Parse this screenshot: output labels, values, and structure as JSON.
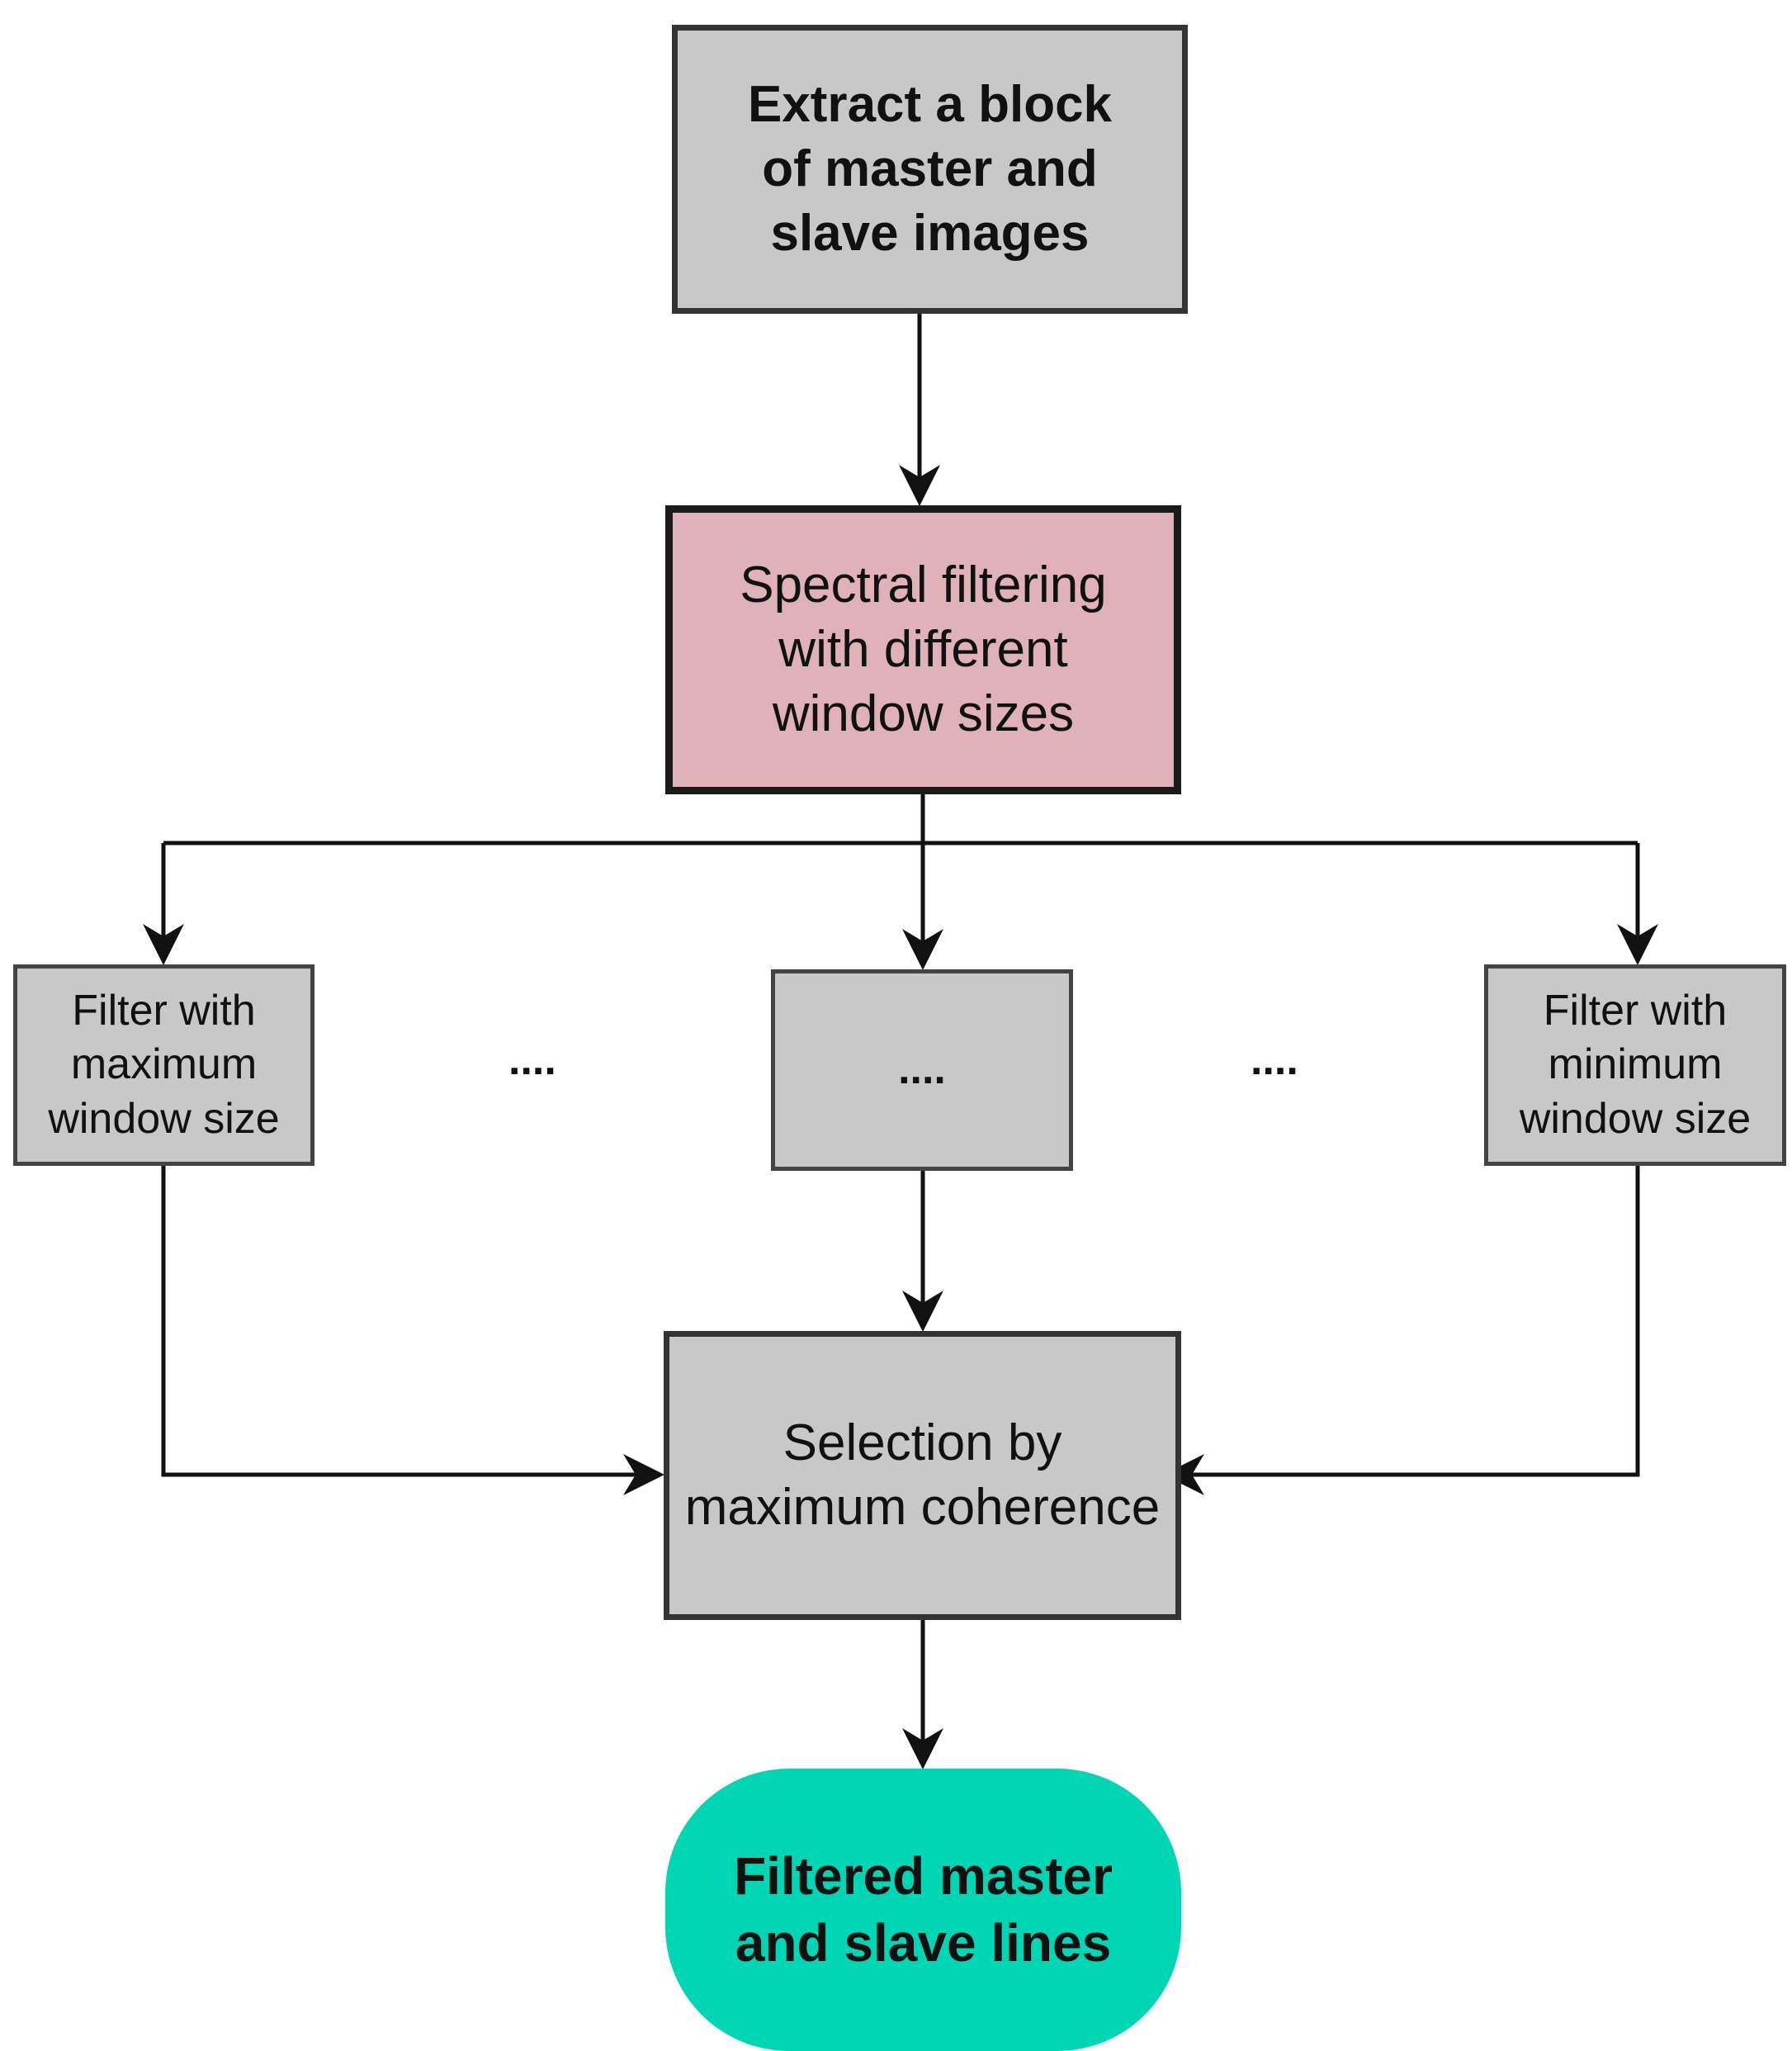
{
  "nodes": {
    "extract": "Extract a block\nof master and\nslave images",
    "spectral": "Spectral filtering\nwith different\nwindow sizes",
    "filter_max": "Filter with\nmaximum\nwindow size",
    "filter_mid": "....",
    "filter_min": "Filter with\nminimum\nwindow size",
    "selection": "Selection by\nmaximum coherence",
    "output": "Filtered master\nand slave lines"
  },
  "ellipses": {
    "left": "....",
    "right": "...."
  },
  "colors": {
    "process_fill": "#c8c8c8",
    "filter_fill": "#dfb1b8",
    "output_fill": "#00d6b4",
    "stroke": "#111111"
  }
}
